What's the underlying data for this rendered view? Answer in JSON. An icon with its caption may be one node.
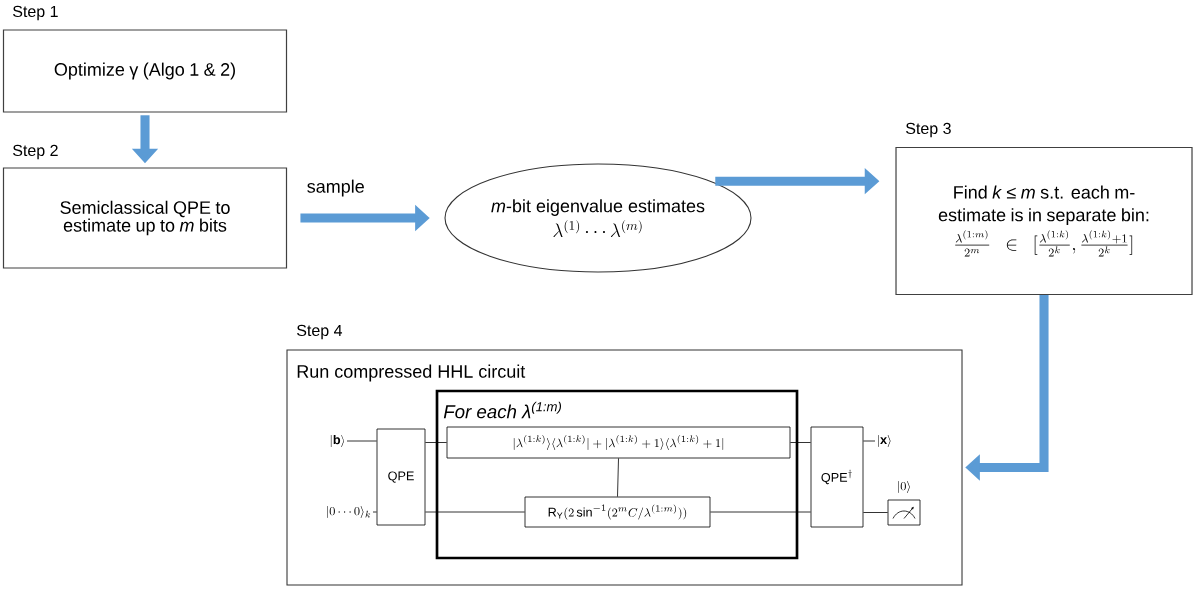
{
  "diagram": {
    "nodes": [
      {
        "text": [
          "Step 1",
          "Optimize γ (Algo 1 & 2)"
        ]
      },
      {
        "text": [
          "Step 2",
          "Semiclassical QPE to estimate up to *m* bits"
        ]
      },
      {
        "text": [
          "*m*-bit eigenvalue estimates",
          "\\lambda^{(1)}\\cdots\\lambda^{(m)}"
        ]
      },
      {
        "text": [
          "Step 3",
          "Find *k* ≤ *m* s.t. each m-estimate is in separate bin:",
          "\\frac{\\lambda^{(1:m)}}{2^m}\\in[\\frac{\\lambda^{(1:k)}}{2^k},\\frac{\\lambda^{(1:k)}+1}{2^k}]"
        ]
      },
      {
        "text": [
          "Step 4",
          "Run compressed HHL circuit"
        ]
      },
      {
        "text": [
          "|\\mathbf{b}\\rangle"
        ],
        "in": 4
      },
      {
        "text": [
          "|0\\cdots0\\rangle_k"
        ],
        "in": 4
      },
      {
        "text": [
          "\\mathrm{QPE}"
        ],
        "in": 4
      },
      {
        "text": [
          "For each λ$^{(1:m)}$"
        ],
        "in": 4
      },
      {
        "text": [
          "|\\lambda^{(1:k)}\\rangle\\langle\\lambda^{(1:k)}|+|\\lambda^{(1:k)}+1\\rangle\\langle\\lambda^{(1:k)}+1|"
        ],
        "in": 8
      },
      {
        "text": [
          "\\mathrm{R}_{\\mathrm{Y}}(2\\sin^{-1}(2^mC/\\lambda^{(1:m)}))"
        ],
        "in": 8
      },
      {
        "text": [
          "\\mathrm{QPE}^{\\dagger}"
        ],
        "in": 4
      },
      {
        "text": [
          "|\\mathbf{x}\\rangle"
        ],
        "in": 4
      },
      {
        "text": [],
        "shape": "box",
        "beside": [
          "|0\\rangle"
        ],
        "in": 4
      }
    ],
    "edges": [
      {
        "from": 0,
        "to": 1,
        "arrow": "to",
        "style": "thick",
        "color": "#5b9bd5"
      },
      {
        "from": 1,
        "to": 2,
        "arrow": "to",
        "label": "sample",
        "style": "thick",
        "color": "#5b9bd5"
      },
      {
        "from": 2,
        "to": 3,
        "arrow": "to",
        "style": "thick",
        "color": "#5b9bd5"
      },
      {
        "from": 3,
        "to": 4,
        "arrow": "to",
        "style": "thick",
        "color": "#5b9bd5"
      },
      {
        "from": 5,
        "to": 7,
        "arrow": "none"
      },
      {
        "from": 6,
        "to": 7,
        "arrow": "none"
      },
      {
        "from": 7,
        "to": 9,
        "arrow": "none"
      },
      {
        "from": 7,
        "to": 10,
        "arrow": "none"
      },
      {
        "from": 9,
        "to": 10,
        "arrow": "none"
      },
      {
        "from": 9,
        "to": 11,
        "arrow": "none"
      },
      {
        "from": 10,
        "to": 11,
        "arrow": "none"
      },
      {
        "from": 11,
        "to": 12,
        "arrow": "none"
      },
      {
        "from": 11,
        "to": 13,
        "arrow": "none"
      }
    ]
  }
}
